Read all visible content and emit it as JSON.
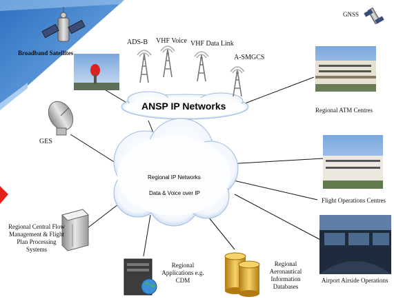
{
  "ansp_network": "ANSP IP Networks",
  "regional_network": {
    "title": "Regional IP Networks",
    "subtitle": "Data & Voice over IP"
  },
  "nodes": {
    "broadband_satellites": "Broadband Satellites",
    "gnss": "GNSS",
    "ads_b": "ADS-B",
    "vhf_voice": "VHF Voice",
    "vhf_data_link": "VHF Data Link",
    "a_smgcs": "A-SMGCS",
    "ges": "GES",
    "regional_atm_centres": "Regional ATM Centres",
    "flight_operations_centres": "Flight Operations Centres",
    "airport_airside_operations": "Airport Airside Operations",
    "regional_central_flow": "Regional Central Flow Management & Flight Plan Processing Systems",
    "regional_applications": "Regional Applications e.g. CDM",
    "regional_aeronautical_info": "Regional Aeronautical Information Databases"
  },
  "colors": {
    "cloud_fill": "#ffffff",
    "cloud_edge": "#9dbbe0",
    "banner_blue": "#4f8fd3",
    "db_gold": "#d8a326",
    "accent_red": "#e8201c"
  }
}
